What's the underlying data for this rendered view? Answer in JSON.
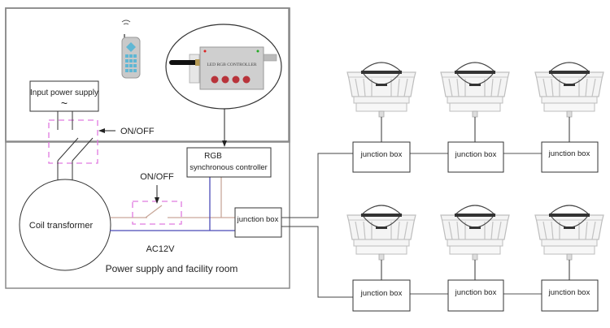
{
  "diagram": {
    "room_label": "Power supply and facility room",
    "input_power": {
      "label": "Input power supply",
      "symbol": "~"
    },
    "main_switch": {
      "label": "ON/OFF"
    },
    "transformer": {
      "label": "Coil transformer"
    },
    "line_switch": {
      "label": "ON/OFF"
    },
    "voltage_label": "AC12V",
    "rgb_controller": {
      "line1": "RGB",
      "line2": "synchronous controller"
    },
    "controller_device": {
      "label": "LED RGB CONTROLLER"
    },
    "room_junction": {
      "label": "junction box"
    },
    "top_row_junctions": [
      {
        "label": "junction box"
      },
      {
        "label": "junction box"
      },
      {
        "label": "junction box"
      }
    ],
    "bottom_row_junctions": [
      {
        "label": "junction box"
      },
      {
        "label": "junction box"
      },
      {
        "label": "junction box"
      }
    ],
    "colors": {
      "wire_blue": "#4a4ab8",
      "wire_tan": "#c9a89a",
      "switch_dash": "#e07ae0",
      "outline": "#333333",
      "lamp_gray": "#bdbdbd",
      "button_red": "#b8333a",
      "remote_key": "#5fb7d4"
    }
  }
}
